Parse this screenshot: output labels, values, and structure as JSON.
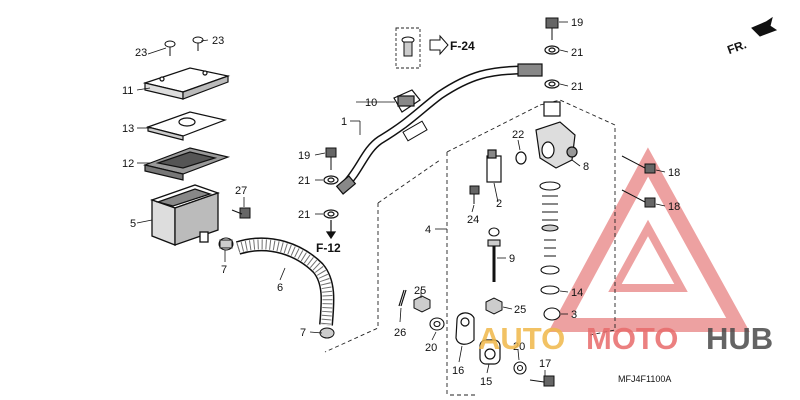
{
  "callouts": {
    "c1": "1",
    "c2": "2",
    "c3": "3",
    "c4": "4",
    "c5": "5",
    "c6": "6",
    "c7a": "7",
    "c7b": "7",
    "c8": "8",
    "c9": "9",
    "c10": "10",
    "c11": "11",
    "c12": "12",
    "c13": "13",
    "c14": "14",
    "c15": "15",
    "c16": "16",
    "c17": "17",
    "c18a": "18",
    "c18b": "18",
    "c19a": "19",
    "c19b": "19",
    "c20a": "20",
    "c20b": "20",
    "c21a": "21",
    "c21b": "21",
    "c21c": "21",
    "c21d": "21",
    "c22": "22",
    "c23a": "23",
    "c23b": "23",
    "c24": "24",
    "c25a": "25",
    "c25b": "25",
    "c26": "26",
    "c27": "27"
  },
  "references": {
    "f24": "F-24",
    "f12": "F-12"
  },
  "orientation": {
    "front": "FR."
  },
  "diagram_code": "MFJ4F1100A",
  "watermark": {
    "part1": "AUTO",
    "part2": "MOTO",
    "part3": "HUB",
    "colors": {
      "part1": "#f0b84a",
      "part2": "#e86b6b",
      "part3": "#4a4a4a",
      "triangle": "#e05555"
    }
  }
}
